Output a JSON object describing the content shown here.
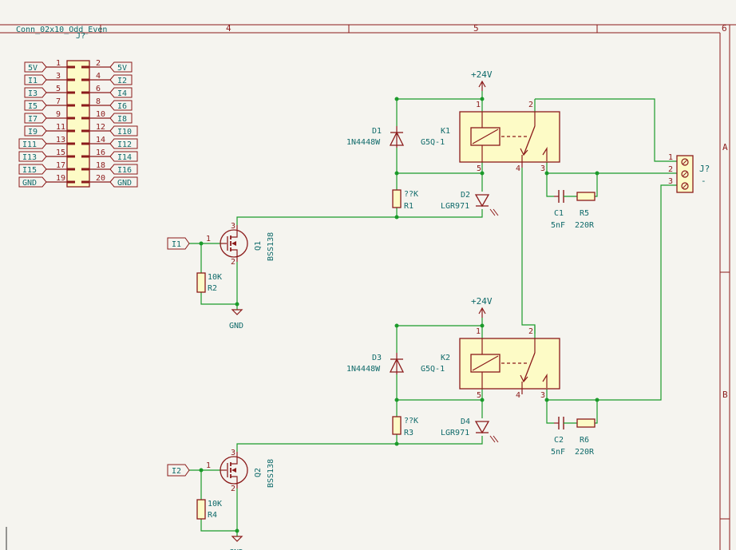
{
  "frame": {
    "cols": [
      "4",
      "5",
      "6"
    ],
    "rows": [
      "A",
      "B"
    ]
  },
  "connector": {
    "title": "Conn_02x10_Odd_Even",
    "ref": "J?",
    "left": [
      {
        "net": "5V",
        "pin": "1"
      },
      {
        "net": "I1",
        "pin": "3"
      },
      {
        "net": "I3",
        "pin": "5"
      },
      {
        "net": "I5",
        "pin": "7"
      },
      {
        "net": "I7",
        "pin": "9"
      },
      {
        "net": "I9",
        "pin": "11"
      },
      {
        "net": "I11",
        "pin": "13"
      },
      {
        "net": "I13",
        "pin": "15"
      },
      {
        "net": "I15",
        "pin": "17"
      },
      {
        "net": "GND",
        "pin": "19"
      }
    ],
    "right": [
      {
        "net": "5V",
        "pin": "2"
      },
      {
        "net": "I2",
        "pin": "4"
      },
      {
        "net": "I4",
        "pin": "6"
      },
      {
        "net": "I6",
        "pin": "8"
      },
      {
        "net": "I8",
        "pin": "10"
      },
      {
        "net": "I10",
        "pin": "12"
      },
      {
        "net": "I12",
        "pin": "14"
      },
      {
        "net": "I14",
        "pin": "16"
      },
      {
        "net": "I16",
        "pin": "18"
      },
      {
        "net": "GND",
        "pin": "20"
      }
    ]
  },
  "channels": [
    {
      "power": "+24V",
      "diode": {
        "ref": "D1",
        "value": "1N4448W"
      },
      "relay": {
        "ref": "K1",
        "value": "G5Q-1",
        "pins": [
          "1",
          "2",
          "5",
          "4",
          "3"
        ]
      },
      "resistor": {
        "ref": "R1",
        "value": "??K"
      },
      "led": {
        "ref": "D2",
        "value": "LGR971"
      },
      "cap": {
        "ref": "C1",
        "value": "5nF"
      },
      "snub": {
        "ref": "R5",
        "value": "220R"
      },
      "mosfet": {
        "ref": "Q1",
        "value": "BSS138",
        "pins": [
          "1",
          "2",
          "3"
        ]
      },
      "input": "I1",
      "pulldown": {
        "ref": "R2",
        "value": "10K"
      },
      "gnd": "GND"
    },
    {
      "power": "+24V",
      "diode": {
        "ref": "D3",
        "value": "1N4448W"
      },
      "relay": {
        "ref": "K2",
        "value": "G5Q-1",
        "pins": [
          "1",
          "2",
          "5",
          "4",
          "3"
        ]
      },
      "resistor": {
        "ref": "R3",
        "value": "??K"
      },
      "led": {
        "ref": "D4",
        "value": "LGR971"
      },
      "cap": {
        "ref": "C2",
        "value": "5nF"
      },
      "snub": {
        "ref": "R6",
        "value": "220R"
      },
      "mosfet": {
        "ref": "Q2",
        "value": "BSS138",
        "pins": [
          "1",
          "2",
          "3"
        ]
      },
      "input": "I2",
      "pulldown": {
        "ref": "R4",
        "value": "10K"
      },
      "gnd": "GND"
    }
  ],
  "terminal": {
    "ref": "J?",
    "value": "-",
    "pins": [
      "1",
      "2",
      "3"
    ]
  }
}
